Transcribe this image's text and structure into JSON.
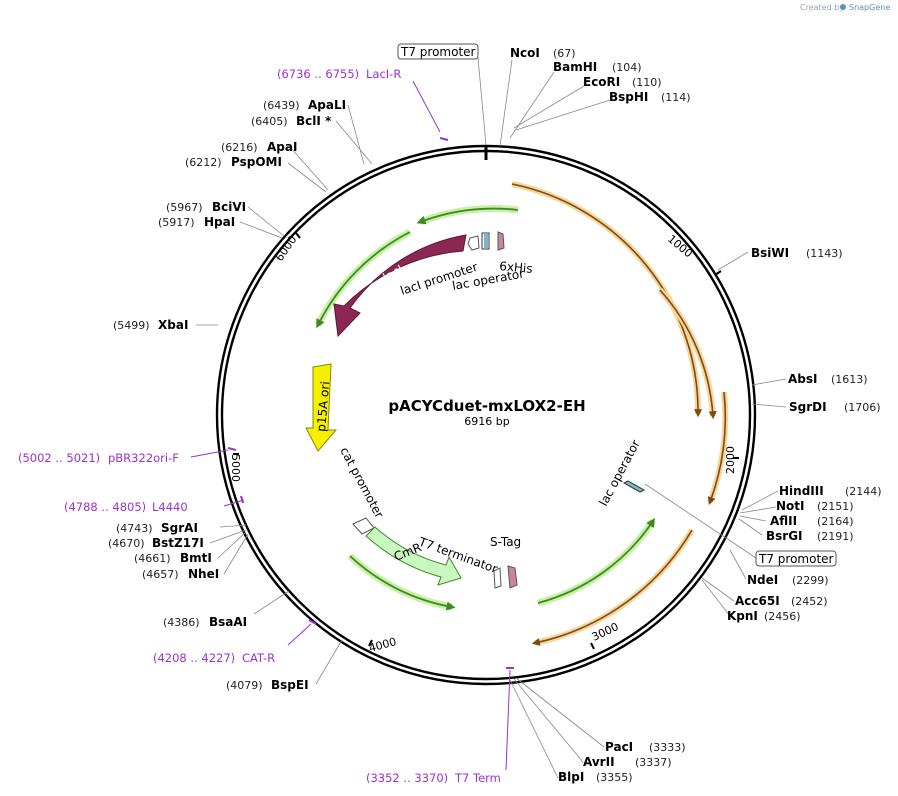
{
  "credit": {
    "created_by": "Created by",
    "brand": "SnapGene"
  },
  "plasmid": {
    "name": "pACYCduet-mxLOX2-EH",
    "size_label": "6916 bp",
    "length": 6916
  },
  "ticks": [
    {
      "bp": 1000,
      "label": "1000"
    },
    {
      "bp": 2000,
      "label": "2000"
    },
    {
      "bp": 3000,
      "label": "3000"
    },
    {
      "bp": 4000,
      "label": "4000"
    },
    {
      "bp": 5000,
      "label": "5000"
    },
    {
      "bp": 6000,
      "label": "6000"
    }
  ],
  "sites": [
    {
      "name": "NcoI",
      "pos": "(67)"
    },
    {
      "name": "BamHI",
      "pos": "(104)"
    },
    {
      "name": "EcoRI",
      "pos": "(110)"
    },
    {
      "name": "BspHI",
      "pos": "(114)"
    },
    {
      "name": "BsiWI",
      "pos": "(1143)"
    },
    {
      "name": "AbsI",
      "pos": "(1613)"
    },
    {
      "name": "SgrDI",
      "pos": "(1706)"
    },
    {
      "name": "HindIII",
      "pos": "(2144)"
    },
    {
      "name": "NotI",
      "pos": "(2151)"
    },
    {
      "name": "AflII",
      "pos": "(2164)"
    },
    {
      "name": "BsrGI",
      "pos": "(2191)"
    },
    {
      "name": "NdeI",
      "pos": "(2299)"
    },
    {
      "name": "Acc65I",
      "pos": "(2452)"
    },
    {
      "name": "KpnI",
      "pos": "(2456)"
    },
    {
      "name": "PacI",
      "pos": "(3333)"
    },
    {
      "name": "AvrII",
      "pos": "(3337)"
    },
    {
      "name": "BlpI",
      "pos": "(3355)"
    },
    {
      "name": "BspEI",
      "pos": "(4079)"
    },
    {
      "name": "BsaAI",
      "pos": "(4386)"
    },
    {
      "name": "SgrAI",
      "pos": "(4743)"
    },
    {
      "name": "BstZ17I",
      "pos": "(4670)"
    },
    {
      "name": "BmtI",
      "pos": "(4661)"
    },
    {
      "name": "NheI",
      "pos": "(4657)"
    },
    {
      "name": "XbaI",
      "pos": "(5499)"
    },
    {
      "name": "BciVI",
      "pos": "(5967)"
    },
    {
      "name": "HpaI",
      "pos": "(5917)"
    },
    {
      "name": "ApaI",
      "pos": "(6216)"
    },
    {
      "name": "PspOMI",
      "pos": "(6212)"
    },
    {
      "name": "ApaLI",
      "pos": "(6439)"
    },
    {
      "name": "BclI *",
      "pos": "(6405)"
    }
  ],
  "primers": [
    {
      "range": "(6736 .. 6755)",
      "name": "LacI-R"
    },
    {
      "range": "(5002 .. 5021)",
      "name": "pBR322ori-F"
    },
    {
      "range": "(4788 .. 4805)",
      "name": "L4440"
    },
    {
      "range": "(4208 .. 4227)",
      "name": "CAT-R"
    },
    {
      "range": "(3352 .. 3370)",
      "name": "T7 Term"
    }
  ],
  "boxed_labels": [
    {
      "text": "T7 promoter"
    },
    {
      "text": "T7 promoter"
    }
  ],
  "features": {
    "laci": "lacI",
    "laci_promoter": "lacI promoter",
    "lac_operator_top": "lac operator",
    "his_tag": "6xHis",
    "p15a_ori": "p15A ori",
    "cat_promoter": "cat promoter",
    "cmr": "CmR",
    "t7_terminator": "T7 terminator",
    "s_tag": "S-Tag",
    "lac_operator_right": "lac operator"
  },
  "colors": {
    "backbone": "#000000",
    "orf_orange": "#f0a020",
    "orf_fill": "#7a4a10",
    "green_arrow": "#3d8a1e",
    "green_glow": "#c8f0a8",
    "laci": "#8b2752",
    "p15a": "#f5f000",
    "cmr": "#c8f8c0",
    "primer": "#9933cc"
  }
}
